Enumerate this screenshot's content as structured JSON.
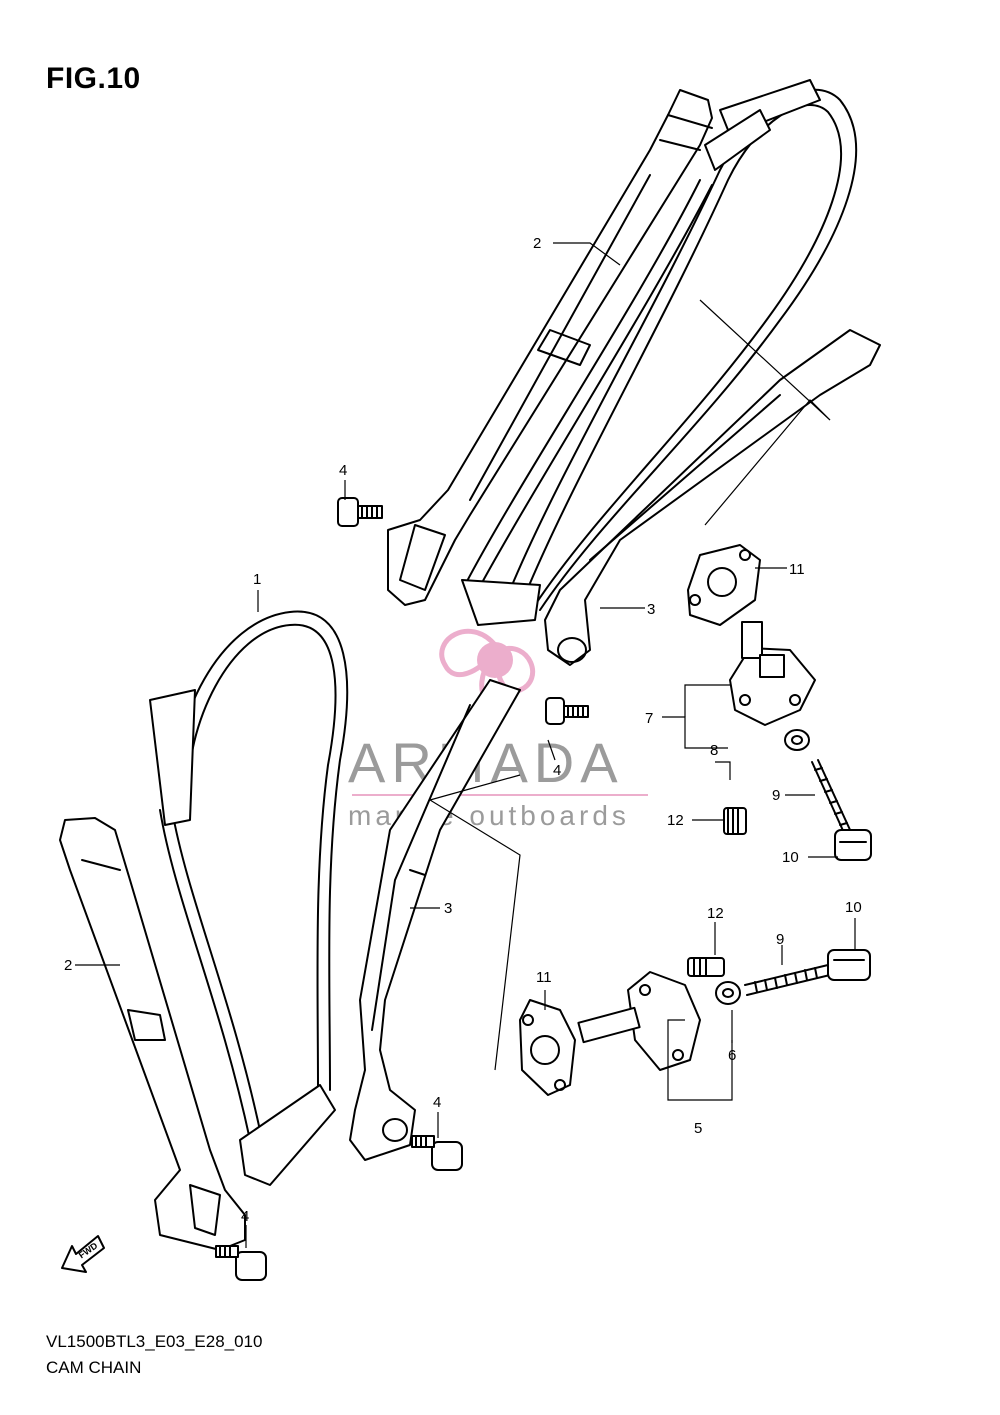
{
  "figure": {
    "title": "FIG.10",
    "code": "VL1500BTL3_E03_E28_010",
    "caption": "CAM CHAIN"
  },
  "watermark": {
    "brand": "ARMADA",
    "tagline": "marine outboards",
    "color": "#e9a0c4",
    "text_color": "#8a8a8a"
  },
  "fwd_label": "FWD",
  "labels": {
    "l1": "1",
    "l2a": "2",
    "l2b": "2",
    "l3a": "3",
    "l3b": "3",
    "l4a": "4",
    "l4b": "4",
    "l4c": "4",
    "l4d": "4",
    "l5": "5",
    "l6": "6",
    "l7": "7",
    "l8": "8",
    "l9a": "9",
    "l9b": "9",
    "l10a": "10",
    "l10b": "10",
    "l11a": "11",
    "l11b": "11",
    "l12a": "12",
    "l12b": "12"
  }
}
